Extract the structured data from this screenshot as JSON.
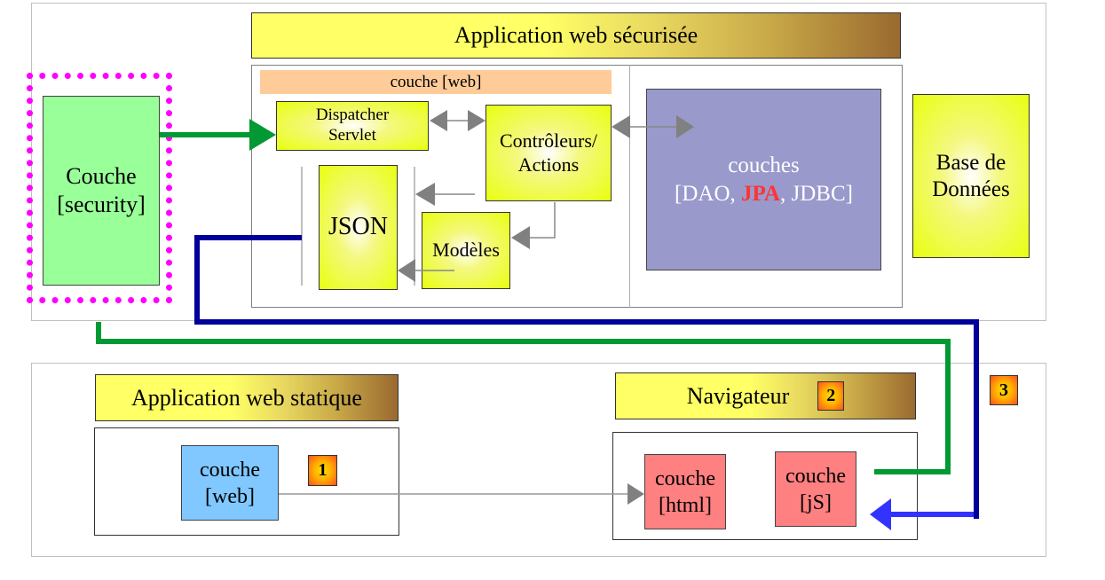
{
  "diagram": {
    "secure_app": {
      "title": "Application web sécurisée",
      "security_layer": {
        "line1": "Couche",
        "line2": "[security]"
      },
      "web_layer": {
        "label": "couche [web]",
        "dispatcher": {
          "line1": "Dispatcher",
          "line2": "Servlet"
        },
        "controllers": {
          "line1": "Contrôleurs/",
          "line2": "Actions"
        },
        "json": "JSON",
        "models": "Modèles"
      },
      "data_layers": {
        "line1": "couches",
        "prefix": "[DAO, ",
        "highlight": "JPA",
        "suffix": ", JDBC]"
      },
      "database": {
        "line1": "Base de",
        "line2": "Données"
      }
    },
    "static_app": {
      "title": "Application web statique",
      "web_layer": {
        "line1": "couche",
        "line2": "[web]"
      },
      "badge": "1"
    },
    "browser": {
      "title": "Navigateur",
      "badge": "2",
      "html_layer": {
        "line1": "couche",
        "line2": "[html]"
      },
      "js_layer": {
        "line1": "couche",
        "line2": "[jS]"
      }
    },
    "badge3": "3",
    "colors": {
      "security_dotted_border": "#ff00ff",
      "green_wire": "#009933",
      "navy_wire": "#000099",
      "blue_arrow": "#3333ff",
      "gray_arrow": "#808080",
      "jpa_highlight": "#ff3333"
    }
  }
}
